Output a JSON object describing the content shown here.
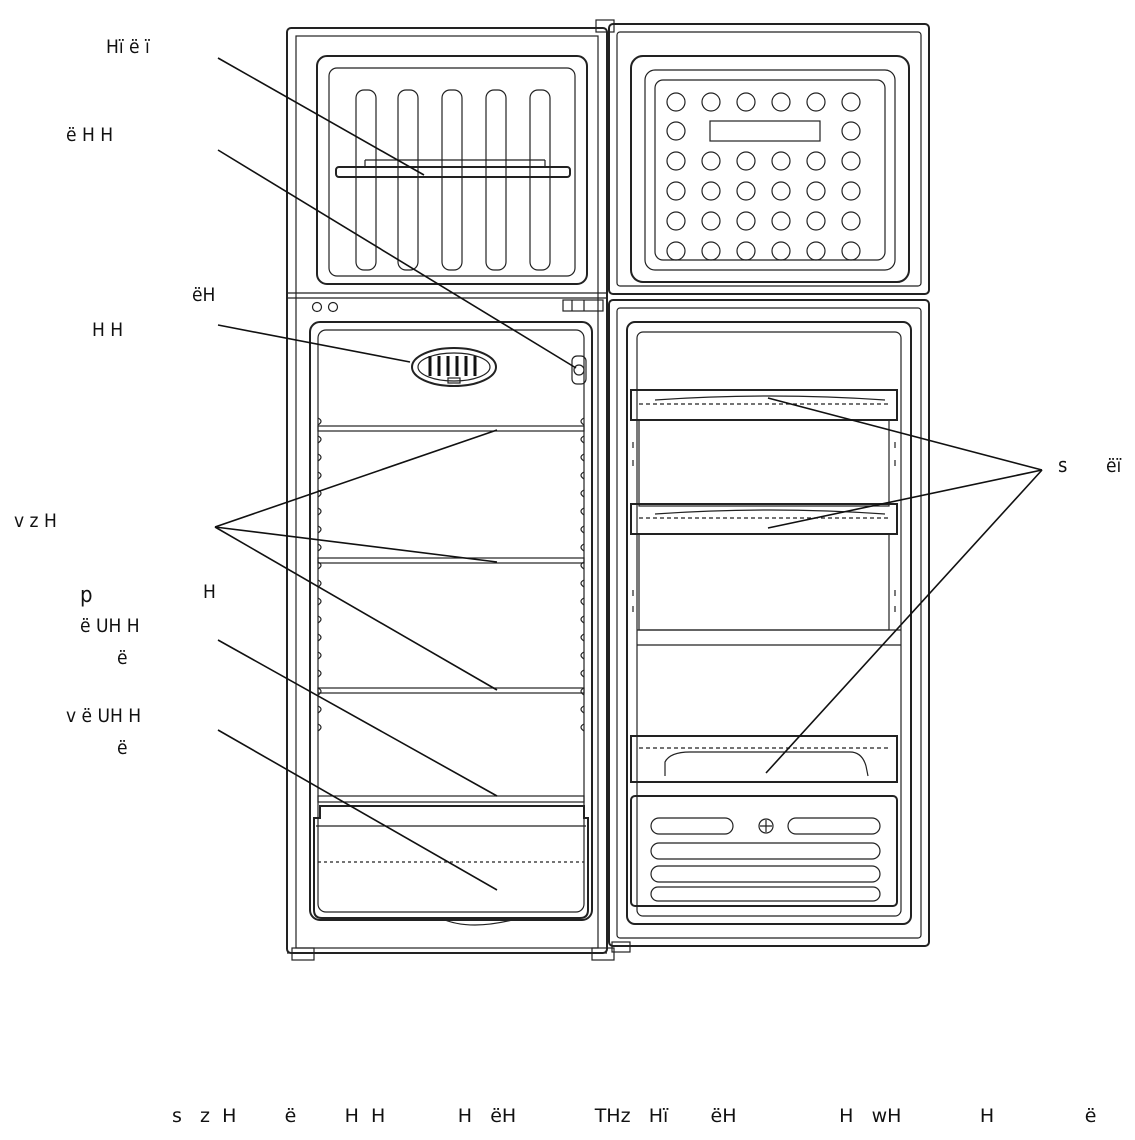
{
  "labels": {
    "l1": "Hï ë    ï",
    "l2": "ë          H   H",
    "l3a": "ëH",
    "l3b": "H                  H",
    "l4": "v   z     H",
    "l5a": "p",
    "l5b": "H",
    "l5c": "ë        UH   H",
    "l5d": "ë",
    "l6a": "v ë        UH    H",
    "l6b": "ë",
    "r1a": "s",
    "r1b": "ëï"
  },
  "caption": "s   z  H        ë        H  H            H   ëH             THz   Hï       ëH                 H   wH             H               ë       V",
  "colors": {
    "ink": "#111111",
    "paper": "#ffffff"
  }
}
